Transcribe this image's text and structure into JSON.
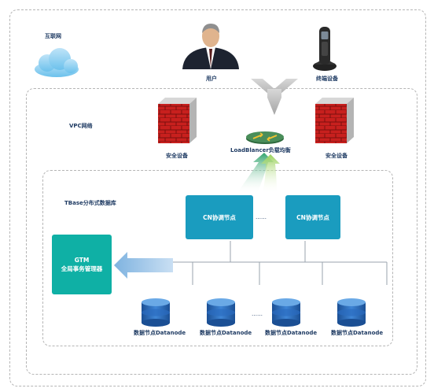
{
  "zones": {
    "internet": "互联网",
    "vpc": "VPC网络",
    "tbase": "TBase分布式数据库"
  },
  "internet": {
    "user_label": "用户",
    "device_label": "终端设备"
  },
  "vpc": {
    "firewall_left_label": "安全设备",
    "firewall_right_label": "安全设备",
    "lb_label": "LoadBlancer负载均衡"
  },
  "tbase": {
    "cn_nodes": [
      "CN协调节点",
      "CN协调节点"
    ],
    "cn_ellipsis": "……",
    "gtm_title": "GTM",
    "gtm_subtitle": "全局事务管理器",
    "datanodes": [
      "数据节点Datanode",
      "数据节点Datanode",
      "数据节点Datanode",
      "数据节点Datanode"
    ],
    "dn_ellipsis": "……"
  },
  "colors": {
    "cn_box": "#1a9cbf",
    "gtm_box": "#0fb0a5",
    "firewall": "#c8201e",
    "datanode": "#1f5fad"
  }
}
